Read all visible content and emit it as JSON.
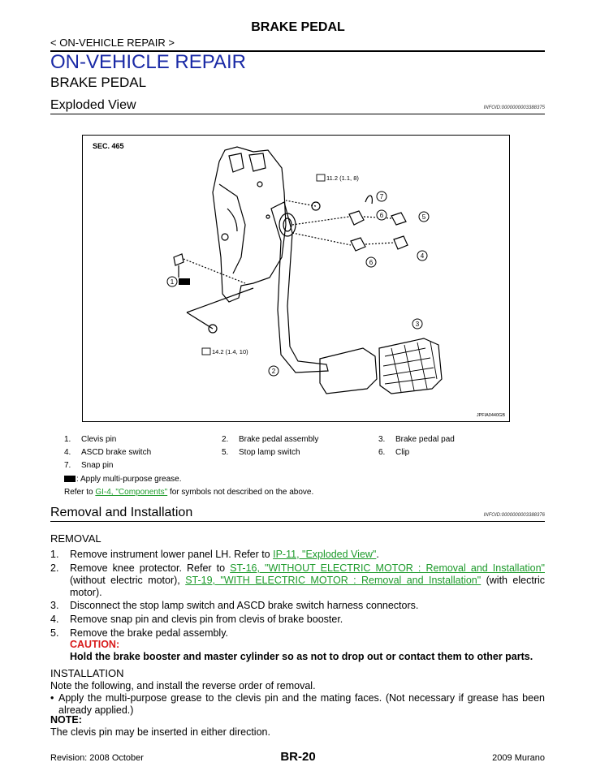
{
  "header": {
    "page_title": "BRAKE PEDAL",
    "breadcrumb": "< ON-VEHICLE REPAIR >",
    "section_title": "ON-VEHICLE REPAIR",
    "subsection_title": "BRAKE PEDAL"
  },
  "exploded": {
    "title": "Exploded View",
    "info_id": "INFOID:0000000003388375",
    "figure": {
      "sec_label": "SEC. 465",
      "torque_upper": "11.2 (1.1, 8)",
      "torque_lower": "14.2 (1.4, 10)",
      "figure_id": "JPFIA0440GB",
      "callouts": [
        "1",
        "2",
        "3",
        "4",
        "5",
        "6",
        "6",
        "7"
      ]
    },
    "legend": [
      {
        "num": "1.",
        "label": "Clevis pin"
      },
      {
        "num": "2.",
        "label": "Brake pedal assembly"
      },
      {
        "num": "3.",
        "label": "Brake pedal pad"
      },
      {
        "num": "4.",
        "label": "ASCD brake switch"
      },
      {
        "num": "5.",
        "label": "Stop lamp switch"
      },
      {
        "num": "6.",
        "label": "Clip"
      },
      {
        "num": "7.",
        "label": "Snap pin"
      }
    ],
    "grease_note": ": Apply multi-purpose grease.",
    "refer_prefix": "Refer to ",
    "refer_link": "GI-4, \"Components\"",
    "refer_suffix": " for symbols not described on the above."
  },
  "removal_installation": {
    "title": "Removal and Installation",
    "info_id": "INFOID:0000000003388376",
    "removal_heading": "REMOVAL",
    "steps": [
      {
        "num": "1.",
        "text_a": "Remove instrument lower panel LH. Refer to ",
        "link_a": "IP-11, \"Exploded View\"",
        "text_b": "."
      },
      {
        "num": "2.",
        "text_a": "Remove knee protector. Refer to ",
        "link_a": "ST-16, \"WITHOUT ELECTRIC MOTOR : Removal and Installation\"",
        "text_b": " (without electric motor), ",
        "link_b": "ST-19, \"WITH ELECTRIC MOTOR : Removal and Installation\"",
        "text_c": " (with electric motor)."
      },
      {
        "num": "3.",
        "text_a": "Disconnect the stop lamp switch and ASCD brake switch harness connectors."
      },
      {
        "num": "4.",
        "text_a": "Remove snap pin and clevis pin from clevis of brake booster."
      },
      {
        "num": "5.",
        "text_a": "Remove the brake pedal assembly."
      }
    ],
    "caution_label": "CAUTION:",
    "caution_text": "Hold the brake booster and master cylinder so as not to drop out or contact them to other parts.",
    "installation_heading": "INSTALLATION",
    "install_intro": "Note the following, and install the reverse order of removal.",
    "install_bullet": "Apply the multi-purpose grease to the clevis pin and the mating faces. (Not necessary if grease has been already applied.)",
    "note_label": "NOTE:",
    "note_text": "The clevis pin may be inserted in either direction."
  },
  "footer": {
    "revision": "Revision: 2008 October",
    "page_number": "BR-20",
    "model": "2009 Murano"
  }
}
